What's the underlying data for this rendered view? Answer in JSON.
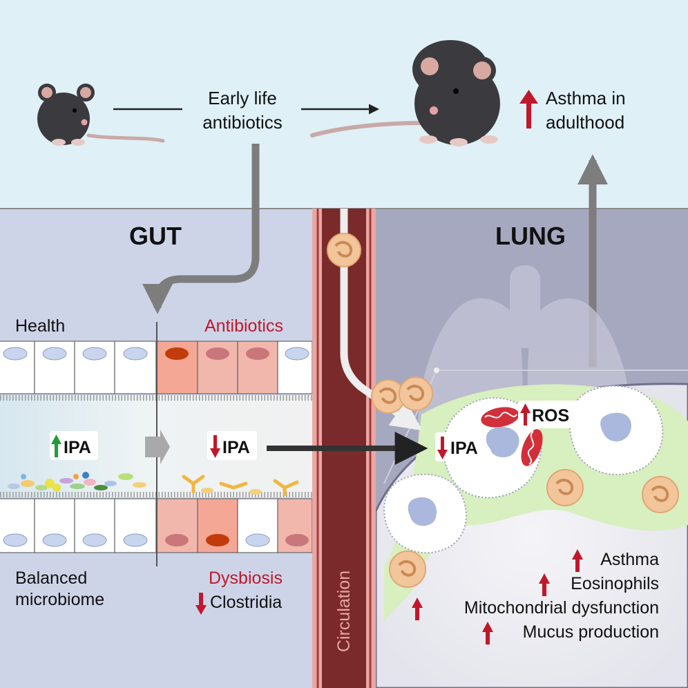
{
  "top": {
    "intervention_line1": "Early life",
    "intervention_line2": "antibiotics",
    "outcome_line1": "Asthma in",
    "outcome_line2": "adulthood"
  },
  "gut": {
    "title": "GUT",
    "health_label": "Health",
    "antibiotics_label": "Antibiotics",
    "ipa_left": "IPA",
    "ipa_right": "IPA",
    "balanced_line1": "Balanced",
    "balanced_line2": "microbiome",
    "dysbiosis_label": "Dysbiosis",
    "clostridia_label": "Clostridia"
  },
  "circulation": {
    "label": "Circulation"
  },
  "lung": {
    "title": "LUNG",
    "ipa_label": "IPA",
    "ros_label": "ROS",
    "effects": [
      "Asthma",
      "Eosinophils",
      "Mitochondrial dysfunction",
      "Mucus production"
    ]
  },
  "colors": {
    "sky": "#dff0f7",
    "gut_panel": "#cdd4e8",
    "lung_panel": "#a6a8c0",
    "vessel": "#7a2a2a",
    "increase_arrow": "#c0182b",
    "decrease_arrow": "#c0182b",
    "health_increase_arrow": "#1e9e3a",
    "antibiotic_cell": "#f3a99a",
    "mucus_green": "#d8efbf"
  }
}
